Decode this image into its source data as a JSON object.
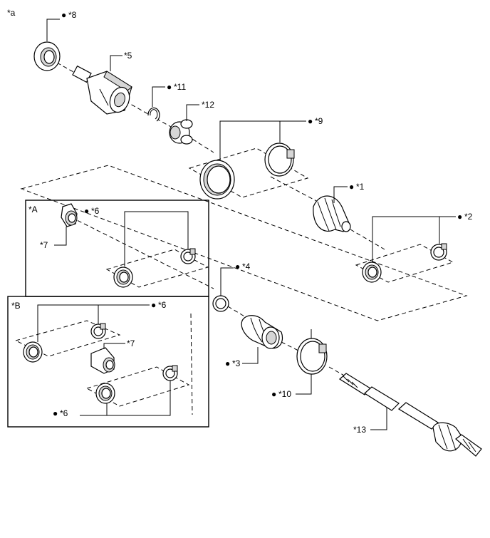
{
  "figure_label": "*a",
  "callouts": {
    "c1": "*1",
    "c2": "*2",
    "c3": "*3",
    "c4": "*4",
    "c5": "*5",
    "c6a": "*6",
    "c6b": "*6",
    "c6c": "*6",
    "c7a": "*7",
    "c7b": "*7",
    "c8": "*8",
    "c9": "*9",
    "c10": "*10",
    "c11": "*11",
    "c12": "*12",
    "c13": "*13"
  },
  "boxes": {
    "a": "*A",
    "b": "*B"
  },
  "bullet_symbol": "●"
}
